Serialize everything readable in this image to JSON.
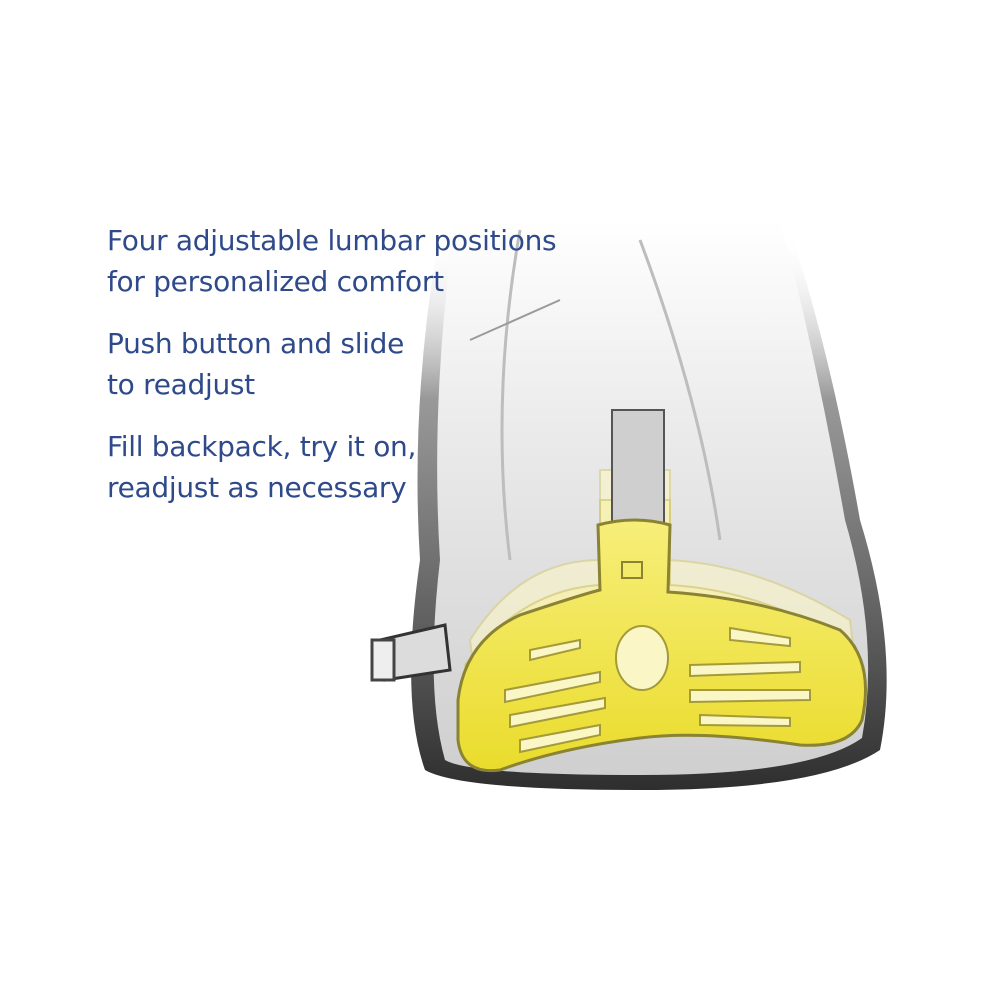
{
  "captions": [
    {
      "line1": "Four adjustable lumbar positions",
      "line2": "for personalized comfort"
    },
    {
      "line1": "Push button and slide",
      "line2": "to readjust"
    },
    {
      "line1": "Fill backpack, try it on,",
      "line2": "readjust  as necessary"
    }
  ],
  "colors": {
    "text": "#2f4a8a",
    "pad": "#f2e64a",
    "body": "#d9d9d9",
    "outline": "#3a3a3a"
  },
  "icons": [
    "backpack-illustration",
    "lumbar-pad-icon",
    "buckle-icon"
  ]
}
